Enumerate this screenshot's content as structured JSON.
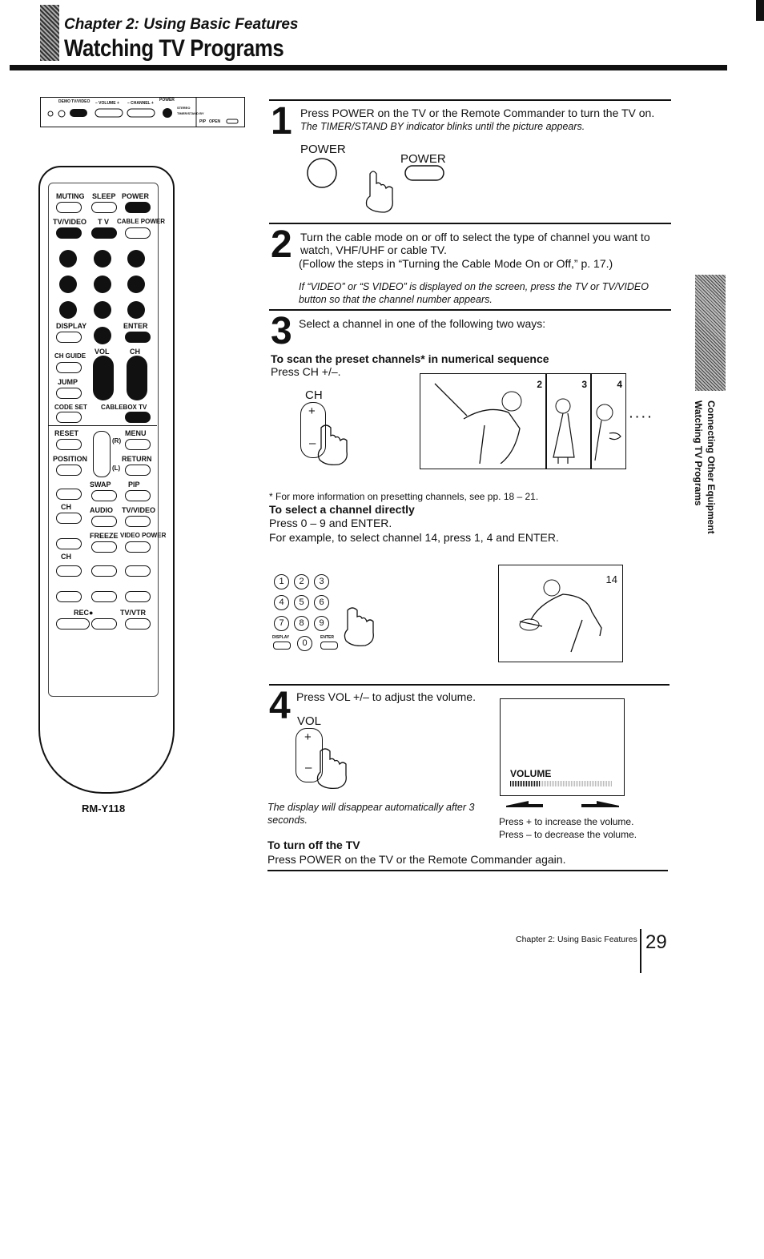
{
  "header": {
    "chapter": "Chapter 2: Using Basic Features",
    "title": "Watching TV Programs"
  },
  "side_tab": {
    "line1": "Connecting Other Equipment",
    "line2": "Watching TV Programs"
  },
  "front_panel": {
    "labels": [
      "DEMO",
      "TV/VIDEO",
      "– VOLUME +",
      "– CHANNEL +",
      "POWER",
      "STEREO",
      "TIMER/STAND BY",
      "PIP",
      "OPEN"
    ]
  },
  "remote": {
    "model": "RM-Y118",
    "labels": {
      "muting": "MUTING",
      "sleep": "SLEEP",
      "power": "POWER",
      "tvvideo": "TV/VIDEO",
      "tv": "T V",
      "cablepower": "CABLE POWER",
      "display": "DISPLAY",
      "enter": "ENTER",
      "chguide": "CH GUIDE",
      "vol": "VOL",
      "ch": "CH",
      "jump": "JUMP",
      "codeset": "CODE SET",
      "cablebox_tv": "CABLEBOX TV",
      "reset": "RESET",
      "menu": "MENU",
      "position": "POSITION",
      "return": "RETURN",
      "r": "(R)",
      "l": "(L)",
      "swap": "SWAP",
      "pip": "PIP",
      "ch2": "CH",
      "audio": "AUDIO",
      "tvvideo2": "TV/VIDEO",
      "freeze": "FREEZE",
      "videopower": "VIDEO POWER",
      "ch3": "CH",
      "rec": "REC●",
      "tvvtr": "TV/VTR"
    }
  },
  "step1": {
    "num": "1",
    "text": "Press POWER on the TV or the Remote Commander to turn the TV on.",
    "note": "The TIMER/STAND BY indicator blinks until the picture appears.",
    "power_label_a": "POWER",
    "power_label_b": "POWER"
  },
  "step2": {
    "num": "2",
    "line1": "Turn the cable mode on or off to select the type of channel you want to",
    "line2": "watch, VHF/UHF or cable TV.",
    "line3": "(Follow the steps in “Turning the Cable Mode On or Off,” p. 17.)",
    "note1": "If “VIDEO” or “S VIDEO” is displayed on the screen, press the TV or TV/VIDEO",
    "note2": "button so that the channel number appears."
  },
  "step3": {
    "num": "3",
    "text": "Select a channel in one of the following two ways:",
    "scan_heading": "To scan the preset channels* in numerical sequence",
    "scan_text": "Press CH +/–.",
    "ch_label": "CH",
    "plus": "+",
    "minus": "–",
    "screens": [
      "2",
      "3",
      "4"
    ],
    "dots": "····",
    "footnote": "* For more information on presetting channels, see pp. 18 – 21.",
    "direct_heading": "To select a channel directly",
    "direct_text": "Press 0 – 9 and ENTER.",
    "direct_example": "For example, to select channel 14, press 1, 4 and ENTER.",
    "keys": [
      "1",
      "2",
      "3",
      "4",
      "5",
      "6",
      "7",
      "8",
      "9",
      "0"
    ],
    "key_display": "DISPLAY",
    "key_enter": "ENTER",
    "channel_shown": "14"
  },
  "step4": {
    "num": "4",
    "text": "Press VOL +/– to adjust the volume.",
    "vol_label": "VOL",
    "volume_word": "VOLUME",
    "volume_level": 0.3,
    "disappear1": "The display will disappear automatically after 3",
    "disappear2": "seconds.",
    "increase": "Press + to increase the volume.",
    "decrease": "Press – to decrease the volume.",
    "off_heading": "To turn off the TV",
    "off_text": "Press POWER on the TV or the Remote Commander again."
  },
  "footer": {
    "label": "Chapter 2: Using Basic Features",
    "page": "29"
  }
}
